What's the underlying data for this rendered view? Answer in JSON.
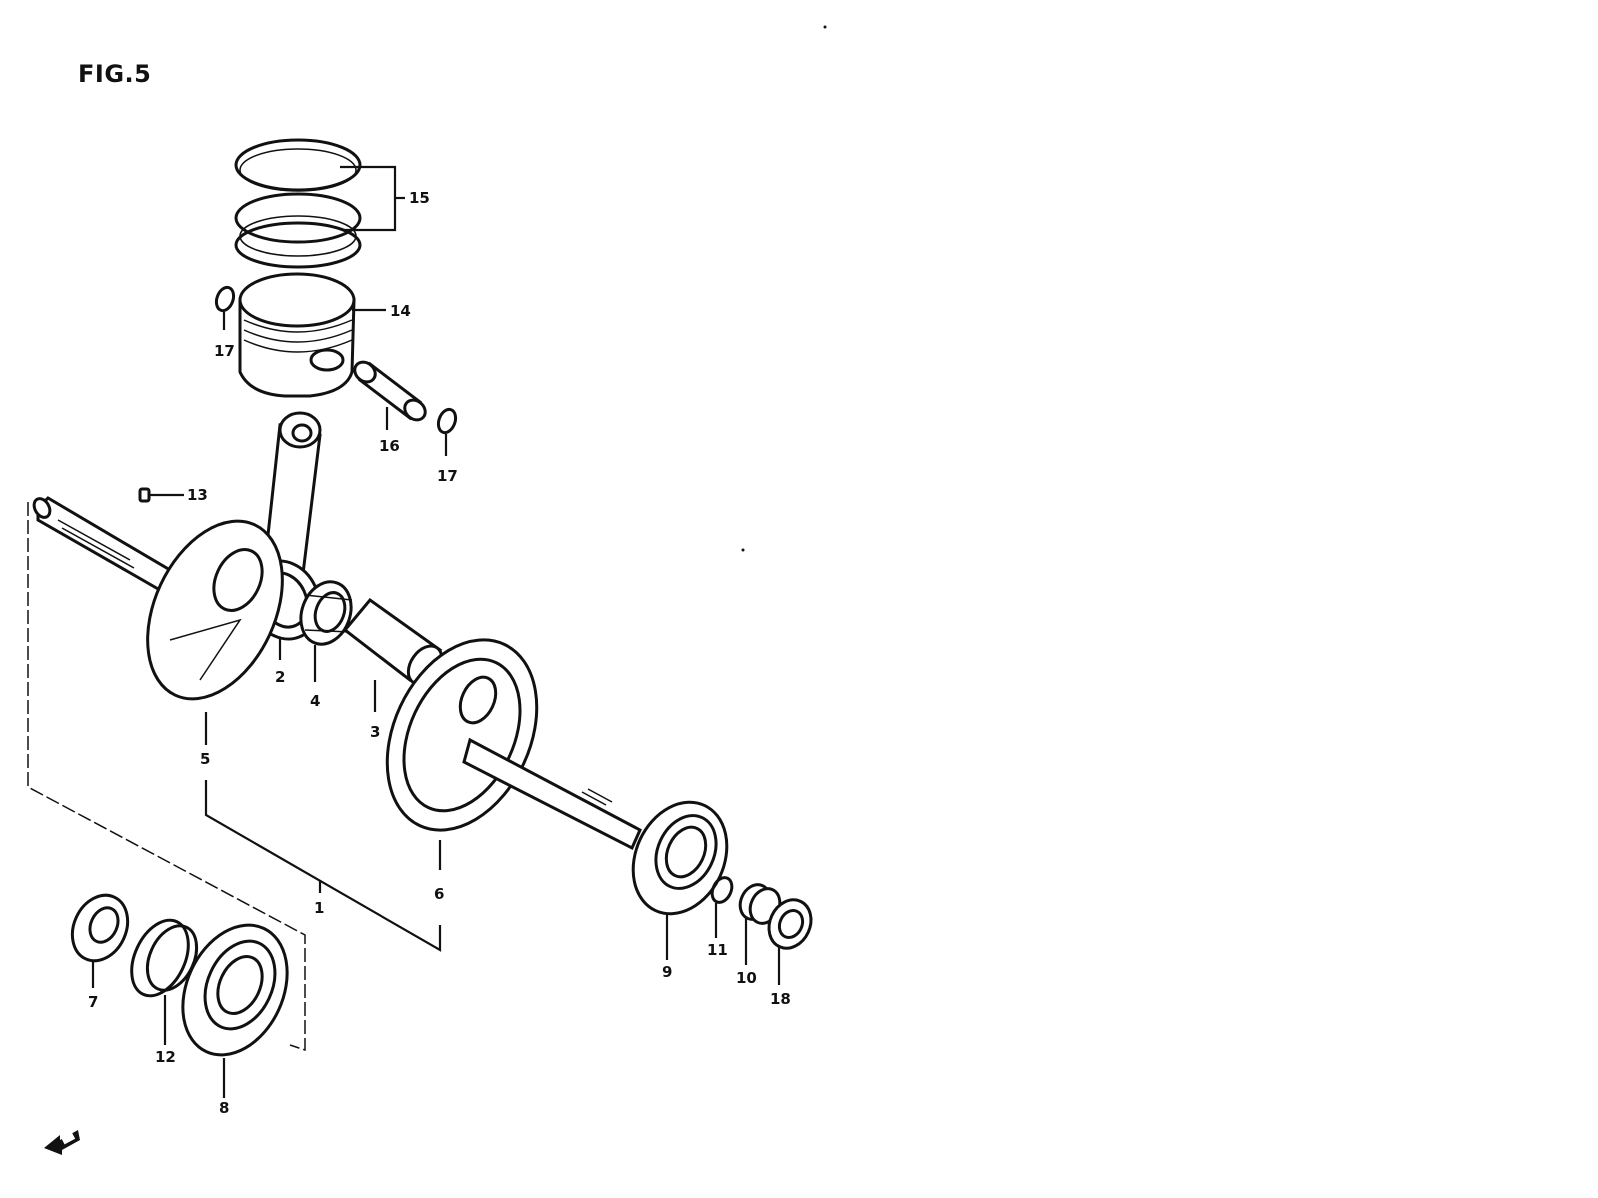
{
  "figure": {
    "title": "FIG.5"
  },
  "callouts": [
    {
      "id": "callout-1",
      "text": "1"
    },
    {
      "id": "callout-2",
      "text": "2"
    },
    {
      "id": "callout-3",
      "text": "3"
    },
    {
      "id": "callout-4",
      "text": "4"
    },
    {
      "id": "callout-5",
      "text": "5"
    },
    {
      "id": "callout-6",
      "text": "6"
    },
    {
      "id": "callout-7",
      "text": "7"
    },
    {
      "id": "callout-8",
      "text": "8"
    },
    {
      "id": "callout-9",
      "text": "9"
    },
    {
      "id": "callout-10",
      "text": "10"
    },
    {
      "id": "callout-11",
      "text": "11"
    },
    {
      "id": "callout-12",
      "text": "12"
    },
    {
      "id": "callout-13",
      "text": "13"
    },
    {
      "id": "callout-14",
      "text": "14"
    },
    {
      "id": "callout-15",
      "text": "15"
    },
    {
      "id": "callout-16",
      "text": "16"
    },
    {
      "id": "callout-17a",
      "text": "17"
    },
    {
      "id": "callout-17b",
      "text": "17"
    },
    {
      "id": "callout-18",
      "text": "18"
    }
  ],
  "icons": {
    "front_arrow": "front-direction-arrow-icon"
  }
}
